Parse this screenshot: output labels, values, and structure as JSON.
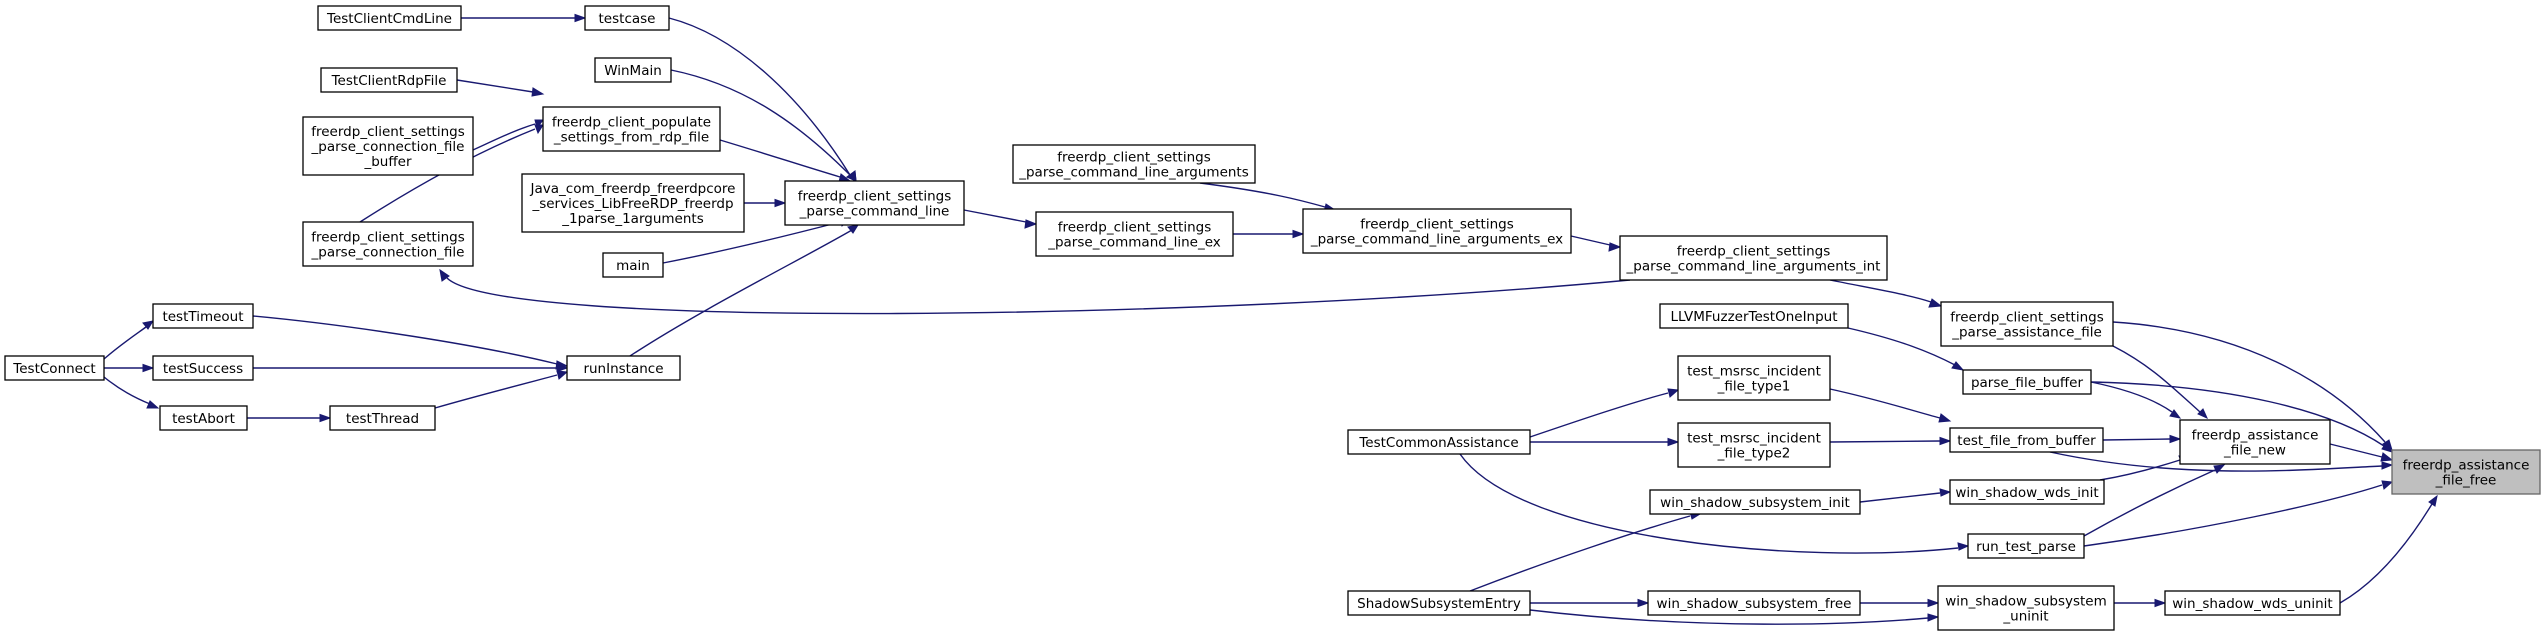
{
  "graph": {
    "background": "#ffffff",
    "edge_color": "#191970",
    "root_fill": "#bfbfbf",
    "nodes": {
      "TestClientCmdLine": [
        "TestClientCmdLine"
      ],
      "testcase": [
        "testcase"
      ],
      "WinMain": [
        "WinMain"
      ],
      "TestClientRdpFile": [
        "TestClientRdpFile"
      ],
      "pcfb": [
        "freerdp_client_settings",
        "_parse_connection_file",
        "_buffer"
      ],
      "populate": [
        "freerdp_client_populate",
        "_settings_from_rdp_file"
      ],
      "java": [
        "Java_com_freerdp_freerdpcore",
        "_services_LibFreeRDP_freerdp",
        "_1parse_1arguments"
      ],
      "pcf": [
        "freerdp_client_settings",
        "_parse_connection_file"
      ],
      "main": [
        "main"
      ],
      "pcl": [
        "freerdp_client_settings",
        "_parse_command_line"
      ],
      "pcla": [
        "freerdp_client_settings",
        "_parse_command_line_arguments"
      ],
      "pcl_ex": [
        "freerdp_client_settings",
        "_parse_command_line_ex"
      ],
      "pcla_ex": [
        "freerdp_client_settings",
        "_parse_command_line_arguments_ex"
      ],
      "pcla_int": [
        "freerdp_client_settings",
        "_parse_command_line_arguments_int"
      ],
      "testTimeout": [
        "testTimeout"
      ],
      "TestConnect": [
        "TestConnect"
      ],
      "testSuccess": [
        "testSuccess"
      ],
      "runInstance": [
        "runInstance"
      ],
      "testAbort": [
        "testAbort"
      ],
      "testThread": [
        "testThread"
      ],
      "LLVM": [
        "LLVMFuzzerTestOneInput"
      ],
      "paf": [
        "freerdp_client_settings",
        "_parse_assistance_file"
      ],
      "t1": [
        "test_msrsc_incident",
        "_file_type1"
      ],
      "pfb": [
        "parse_file_buffer"
      ],
      "TCA": [
        "TestCommonAssistance"
      ],
      "t2": [
        "test_msrsc_incident",
        "_file_type2"
      ],
      "tffb": [
        "test_file_from_buffer"
      ],
      "afn": [
        "freerdp_assistance",
        "_file_new"
      ],
      "afree": [
        "freerdp_assistance",
        "_file_free"
      ],
      "wssi": [
        "win_shadow_subsystem_init"
      ],
      "wwi": [
        "win_shadow_wds_init"
      ],
      "rtp": [
        "run_test_parse"
      ],
      "SSE": [
        "ShadowSubsystemEntry"
      ],
      "wssf": [
        "win_shadow_subsystem_free"
      ],
      "wssu": [
        "win_shadow_subsystem",
        "_uninit"
      ],
      "wwu": [
        "win_shadow_wds_uninit"
      ]
    }
  }
}
